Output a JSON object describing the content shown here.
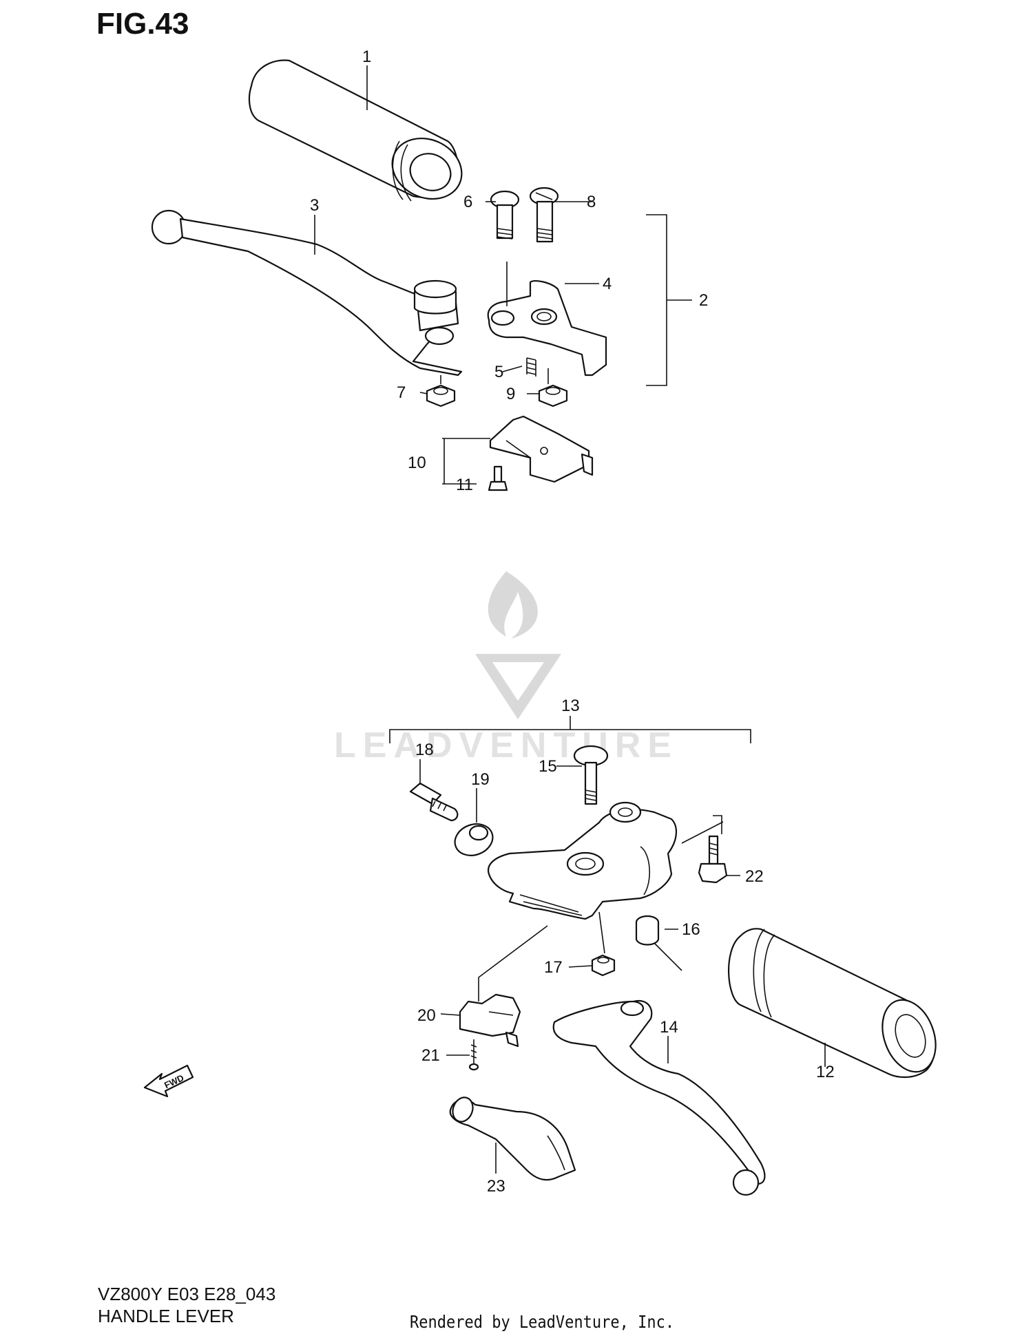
{
  "figure": {
    "title": "FIG.43",
    "model_code": "VZ800Y E03 E28_043",
    "name": "HANDLE LEVER",
    "rendered_by": "Rendered by LeadVenture, Inc.",
    "fwd_label": "FWD",
    "watermark_text": "LEADVENTURE"
  },
  "callouts": [
    "1",
    "2",
    "3",
    "4",
    "5",
    "6",
    "7",
    "8",
    "9",
    "10",
    "11",
    "12",
    "13",
    "14",
    "15",
    "16",
    "17",
    "18",
    "19",
    "20",
    "21",
    "22",
    "23"
  ],
  "colors": {
    "ink": "#111111",
    "watermark": "#d9d9d9",
    "background": "#ffffff"
  }
}
